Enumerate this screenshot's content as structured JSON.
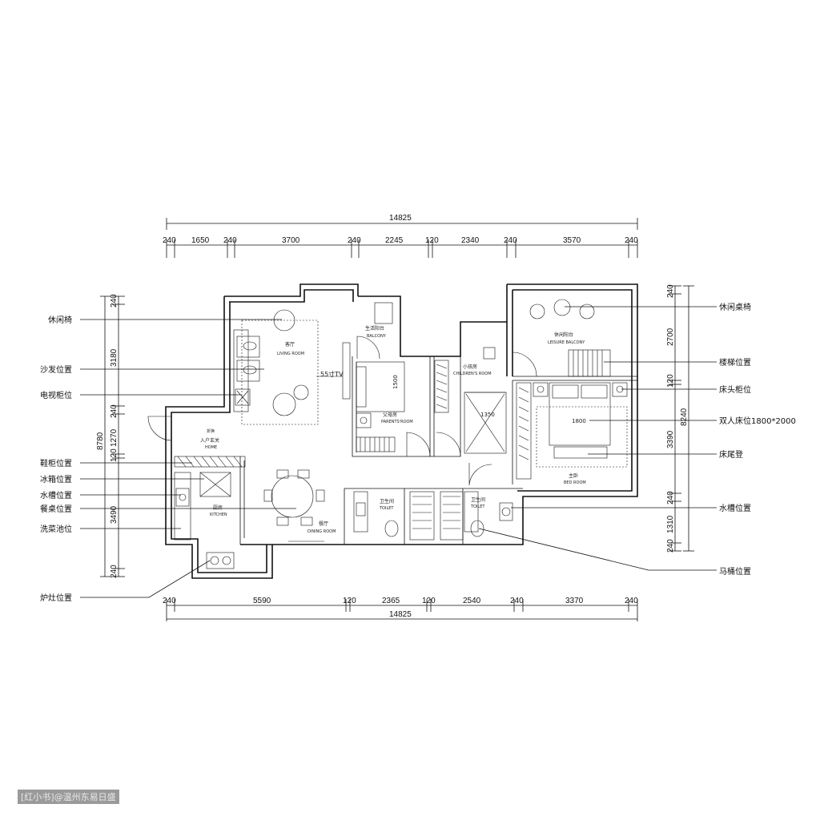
{
  "dims": {
    "top_total": "14825",
    "top": [
      "240",
      "1650",
      "240",
      "3700",
      "240",
      "2245",
      "120",
      "2340",
      "240",
      "3570",
      "240"
    ],
    "bottom": [
      "240",
      "5590",
      "120",
      "2365",
      "120",
      "2540",
      "240",
      "3370",
      "240"
    ],
    "bottom_total": "14825",
    "left_total": "8780",
    "left": [
      "240",
      "3180",
      "240",
      "1270",
      "120",
      "3490",
      "240"
    ],
    "right_total": "8240",
    "right": [
      "240",
      "2700",
      "120",
      "3390",
      "240",
      "1310",
      "240"
    ],
    "tv_size": "55寸TV",
    "parents_bed": "1500",
    "child_bed": "1350",
    "master_bed": "1800"
  },
  "rooms": {
    "living": [
      "客厅",
      "LIVING ROOM"
    ],
    "balcony": [
      "生活阳台",
      "BALCONY"
    ],
    "children": [
      "小孩房",
      "CHILDREN'S ROOM"
    ],
    "leisure": [
      "休闲阳台",
      "LEISURE BALCONY"
    ],
    "entrance_note": "折换",
    "entrance": [
      "入户玄关",
      "HOME"
    ],
    "parents": [
      "父母房",
      "PARENTS'ROOM"
    ],
    "master": [
      "主卧",
      "BED ROOM"
    ],
    "kitchen": [
      "厨房",
      "KITCHEN"
    ],
    "dining": [
      "餐厅",
      "DINING ROOM"
    ],
    "toilet1": [
      "卫生间",
      "TOILET"
    ],
    "toilet2": [
      "卫生间",
      "TOILET"
    ]
  },
  "labels_left": [
    "休闲椅",
    "沙发位置",
    "电视柜位",
    "鞋柜位置",
    "冰箱位置",
    "水槽位置",
    "餐桌位置",
    "洗菜池位",
    "炉灶位置"
  ],
  "labels_right": [
    "休闲桌椅",
    "楼梯位置",
    "床头柜位",
    "双人床位1800*2000",
    "床尾登",
    "水槽位置",
    "马桶位置"
  ],
  "watermark": "[红小书]@温州东易日盛"
}
